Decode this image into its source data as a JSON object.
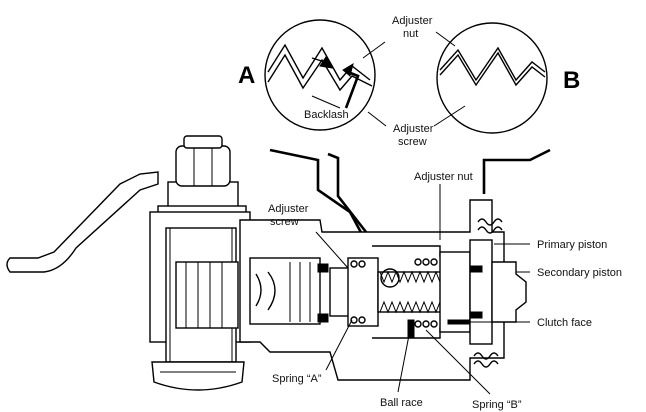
{
  "detail_views": {
    "a_letter": "A",
    "b_letter": "B",
    "adjuster_nut_line1": "Adjuster",
    "adjuster_nut_line2": "nut",
    "adjuster_screw_line1": "Adjuster",
    "adjuster_screw_line2": "screw",
    "backlash": "Backlash"
  },
  "callouts": {
    "adjuster_nut": "Adjuster nut",
    "adjuster_screw_line1": "Adjuster",
    "adjuster_screw_line2": "screw",
    "primary_piston": "Primary piston",
    "secondary_piston": "Secondary piston",
    "clutch_face": "Clutch face",
    "spring_a": "Spring “A”",
    "ball_race": "Ball race",
    "spring_b": "Spring “B”"
  }
}
